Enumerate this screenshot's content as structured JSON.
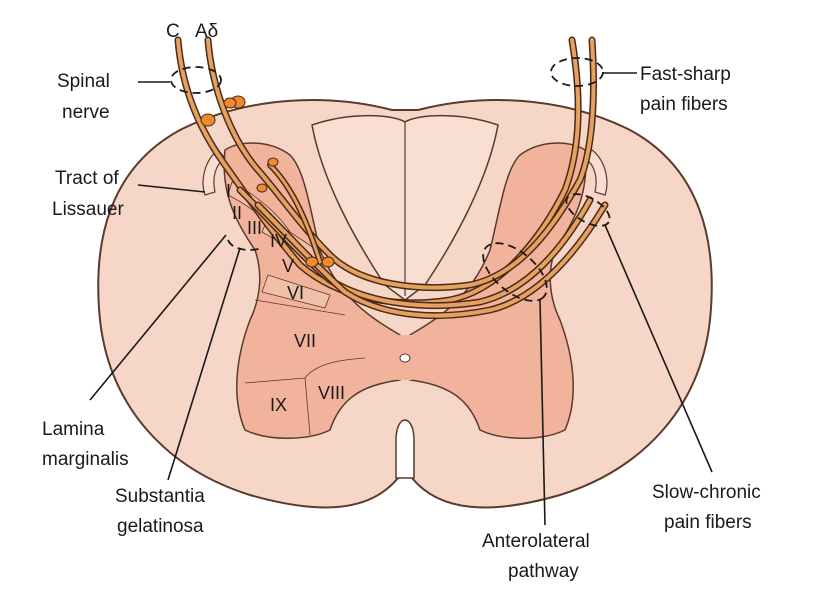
{
  "fiber_labels": {
    "c": "C",
    "a_delta": "Aδ"
  },
  "labels": {
    "spinal_nerve": [
      "Spinal",
      "nerve"
    ],
    "tract_of_lissauer": [
      "Tract of",
      "Lissauer"
    ],
    "lamina_marginalis": [
      "Lamina",
      "marginalis"
    ],
    "substantia_gelatinosa": [
      "Substantia",
      "gelatinosa"
    ],
    "fast_sharp": [
      "Fast-sharp",
      "pain fibers"
    ],
    "slow_chronic": [
      "Slow-chronic",
      "pain fibers"
    ],
    "anterolateral": [
      "Anterolateral",
      "pathway"
    ]
  },
  "laminae": {
    "i": "I",
    "ii": "II",
    "iii": "III",
    "iv": "IV",
    "v": "V",
    "vi": "VI",
    "vii": "VII",
    "viii": "VIII",
    "ix": "IX"
  },
  "colors": {
    "white_matter": "#f6d6c6",
    "gray_matter": "#f2b39c",
    "lamina_band": "#efc0aa",
    "outline": "#5a3a2c",
    "fiber_fill": "#e6a060",
    "fiber_edge": "#4a2a18",
    "terminal": "#ef8a2e"
  }
}
